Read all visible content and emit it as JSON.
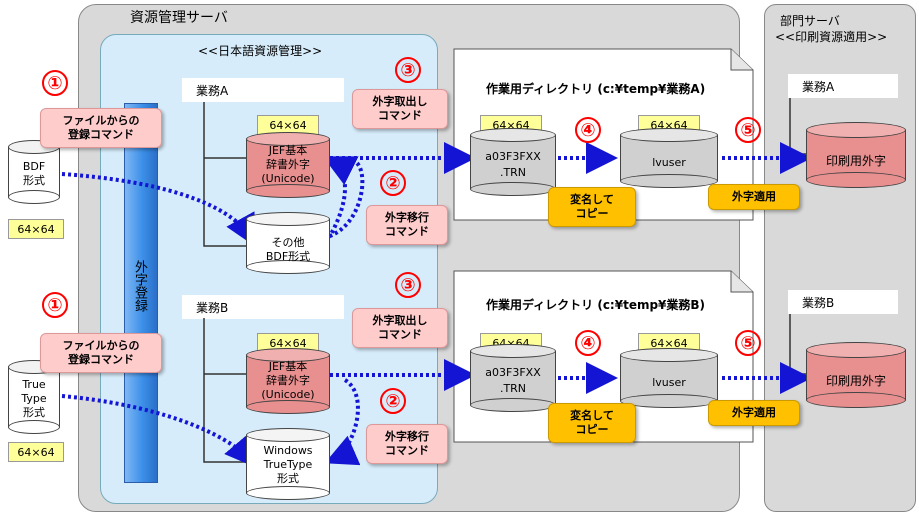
{
  "colors": {
    "server_bg": "#d9d9d9",
    "mgmt_bg": "#d6ecfa",
    "bar_blue": "#3b8fe8",
    "pink_cyl": "#e88f8f",
    "gray_cyl": "#d0d0d0",
    "arrow": "#1414d4",
    "number_red": "#ff0000"
  },
  "resource_server": {
    "title": "資源管理サーバ"
  },
  "dept_server": {
    "title": "部門サーバ",
    "subtitle": "<<印刷資源適用>>"
  },
  "mgmt": {
    "title": "<<日本語資源管理>>"
  },
  "gaiji_bar": {
    "label": "外字登録"
  },
  "left": {
    "num1_top": "①",
    "num1_bottom": "①",
    "callout_top": "ファイルからの\n登録コマンド",
    "callout_bottom": "ファイルからの\n登録コマンド",
    "bdf": {
      "line1": "BDF",
      "line2": "形式"
    },
    "truetype": {
      "line1": "True",
      "line2": "Type",
      "line3": "形式"
    },
    "size_top": "64×64",
    "size_bottom": "64×64"
  },
  "jobA": {
    "label": "業務A",
    "jef": {
      "size": "64×64",
      "line1": "JEF基本",
      "line2": "辞書外字",
      "line3": "(Unicode)"
    },
    "other": {
      "line1": "その他",
      "line2": "BDF形式"
    },
    "num2": "②",
    "num3": "③",
    "callout_export": "外字取出し\nコマンド",
    "callout_migrate": "外字移行\nコマンド",
    "workdir": {
      "title": "作業用ディレクトリ (c:¥temp¥業務A)",
      "file1_size": "64×64",
      "file1": {
        "line1": "a03F3FXX",
        "line2": ".TRN"
      },
      "file2_size": "64×64",
      "file2": "lvuser",
      "num4": "④",
      "rename_copy": "変名して\nコピー"
    },
    "num5": "⑤",
    "apply": "外字適用",
    "dept_label": "業務A",
    "print_gaiji": "印刷用外字"
  },
  "jobB": {
    "label": "業務B",
    "jef": {
      "size": "64×64",
      "line1": "JEF基本",
      "line2": "辞書外字",
      "line3": "(Unicode)"
    },
    "other": {
      "line1": "Windows",
      "line2": "TrueType",
      "line3": "形式"
    },
    "num2": "②",
    "num3": "③",
    "callout_export": "外字取出し\nコマンド",
    "callout_migrate": "外字移行\nコマンド",
    "workdir": {
      "title": "作業用ディレクトリ (c:¥temp¥業務B)",
      "file1_size": "64×64",
      "file1": {
        "line1": "a03F3FXX",
        "line2": ".TRN"
      },
      "file2_size": "64×64",
      "file2": "lvuser",
      "num4": "④",
      "rename_copy": "変名して\nコピー"
    },
    "num5": "⑤",
    "apply": "外字適用",
    "dept_label": "業務B",
    "print_gaiji": "印刷用外字"
  }
}
